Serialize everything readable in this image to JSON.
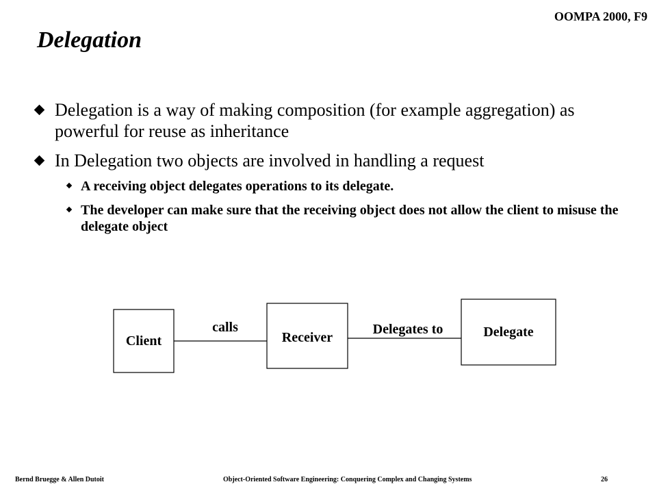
{
  "header": {
    "course_tag": "OOMPA 2000, F9",
    "title": "Delegation"
  },
  "bullets": [
    {
      "text": "Delegation is a way of making composition (for example aggregation) as powerful for reuse as inheritance",
      "sub": []
    },
    {
      "text": "In  Delegation two objects are involved in handling a request",
      "sub": [
        "A receiving object delegates operations to its delegate.",
        "The developer can make sure that the receiving object does not allow the client to misuse the delegate object"
      ]
    }
  ],
  "diagram": {
    "client_label": "Client",
    "receiver_label": "Receiver",
    "delegate_label": "Delegate",
    "calls_label": "calls",
    "delegates_to_label": "Delegates to"
  },
  "footer": {
    "authors": "Bernd Bruegge & Allen Dutoit",
    "book": "Object-Oriented Software Engineering: Conquering Complex and Changing Systems",
    "page": "26"
  }
}
